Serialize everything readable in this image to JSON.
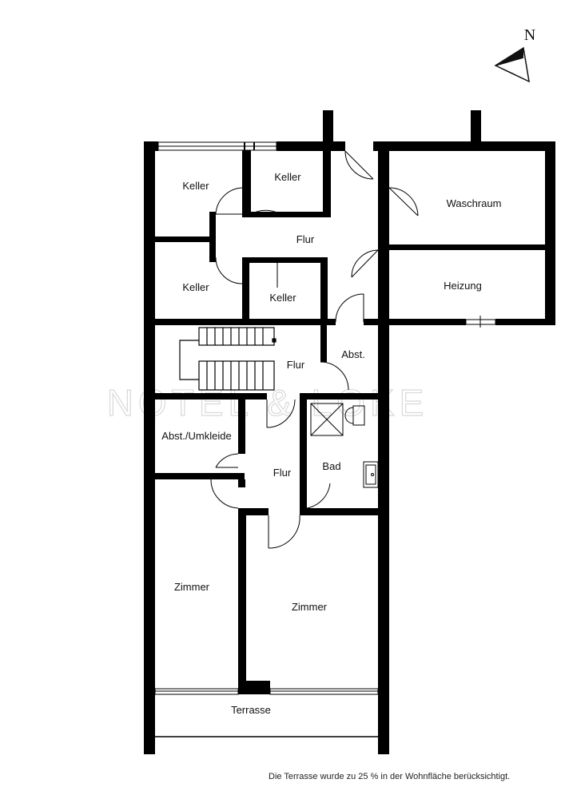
{
  "compass": {
    "north_label": "N"
  },
  "watermark": "NOTEL & LOKE",
  "rooms": {
    "keller_1": "Keller",
    "keller_2": "Keller",
    "keller_3": "Keller",
    "keller_4": "Keller",
    "flur_upper": "Flur",
    "waschraum": "Waschraum",
    "heizung": "Heizung",
    "flur_middle": "Flur",
    "abst": "Abst.",
    "abst_umkleide": "Abst./Umkleide",
    "flur_lower": "Flur",
    "bad": "Bad",
    "zimmer_left": "Zimmer",
    "zimmer_right": "Zimmer",
    "terrasse": "Terrasse"
  },
  "footnote": "Die Terrasse wurde zu 25 % in der Wohnfläche berücksichtigt."
}
